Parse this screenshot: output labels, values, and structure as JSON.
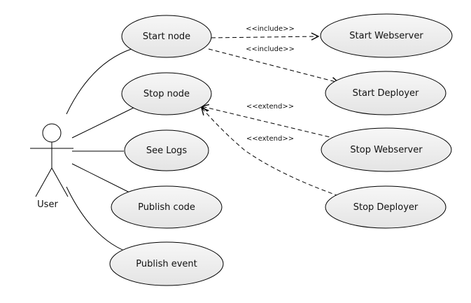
{
  "actor": {
    "name": "User"
  },
  "use_cases": {
    "start_node": "Start node",
    "stop_node": "Stop node",
    "see_logs": "See Logs",
    "publish_code": "Publish code",
    "publish_event": "Publish event",
    "start_webserver": "Start Webserver",
    "start_deployer": "Start Deployer",
    "stop_webserver": "Stop Webserver",
    "stop_deployer": "Stop Deployer"
  },
  "relations": {
    "include_1": "<<include>>",
    "include_2": "<<include>>",
    "extend_1": "<<extend>>",
    "extend_2": "<<extend>>"
  }
}
